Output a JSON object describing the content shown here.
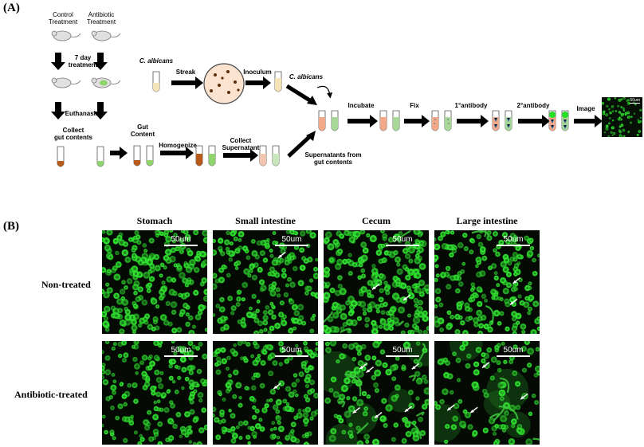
{
  "panel_a": {
    "letter": "(A)",
    "control": "Control\nTreatment",
    "antibiotic": "Antibiotic\nTreatment",
    "seven_day": "7 day\ntreatment",
    "euthanasia": "Euthanasia",
    "collect_gut": "Collect\ngut contents",
    "c_albicans_1": "C. albicans",
    "streak": "Streak",
    "inoculum": "Inoculum",
    "c_albicans_2": "C. albicans",
    "gut_content": "Gut\nContent",
    "homogenize": "Homogenize",
    "collect_super": "Collect\nSupernatant",
    "supernatants": "Supernatants from\ngut contents",
    "incubate": "Incubate",
    "fix": "Fix",
    "primary": "1°antibody",
    "secondary": "2°antibody",
    "image": "Image",
    "thumb_scale": "50um"
  },
  "panel_b": {
    "letter": "(B)",
    "columns": [
      "Stomach",
      "Small intestine",
      "Cecum",
      "Large intestine"
    ],
    "rows": [
      "Non-treated",
      "Antibiotic-treated"
    ],
    "scale_label": "50um"
  },
  "colors": {
    "fluor_green": "#2fe02f",
    "tube_orange": "#e8a070",
    "tube_green": "#a8d898",
    "tube_brown": "#b85a1a"
  }
}
